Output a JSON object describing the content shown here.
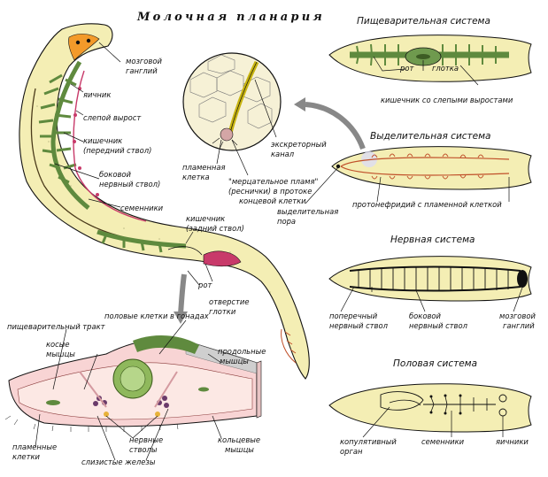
{
  "title": "Молочная  планария",
  "sections": {
    "digestive": "Пищеварительная система",
    "excretory": "Выделительная система",
    "nervous": "Нервная система",
    "reproductive": "Половая система"
  },
  "labels": {
    "brain_ganglion_1": "мозговой",
    "brain_ganglion_2": "ганглий",
    "ovary": "яичник",
    "blind_outgrowth": "слепой вырост",
    "intestine_front_1": "кишечник",
    "intestine_front_2": "(передний ствол)",
    "lateral_trunk_1": "боковой",
    "lateral_trunk_2": "нервный ствол)",
    "testes": "семенники",
    "intestine_back_1": "кишечник",
    "intestine_back_2": "(задний ствол)",
    "mouth": "рот",
    "throat_opening_1": "отверстие",
    "throat_opening_2": "глотки",
    "flame_cell_1": "пламенная",
    "flame_cell_2": "клетка",
    "flicker_1": "\"мерцательное пламя\"",
    "flicker_2": "(реснички) в протоке",
    "flicker_3": "концевой клетки",
    "excretory_canal_1": "экскреторный",
    "excretory_canal_2": "канал",
    "excretory_pore_1": "выделительная",
    "excretory_pore_2": "пора",
    "protonephridium": "протонефридий с пламенной клеткой",
    "dig_mouth": "рот",
    "dig_pharynx": "глотка",
    "dig_intestine": "кишечник со слепыми выростами",
    "cross_trunk_1": "поперечный",
    "cross_trunk_2": "нервный ствол",
    "side_trunk_1": "боковой",
    "side_trunk_2": "нервный ствол",
    "brain_gang_1": "мозговой",
    "brain_gang_2": "ганглий",
    "gonads": "половые клетки в гонадах",
    "dig_tract": "пищеварительный тракт",
    "oblique_1": "косые",
    "oblique_2": "мышцы",
    "longitudinal_1": "продольные",
    "longitudinal_2": "мышцы",
    "flame_cells_1": "пламенные",
    "flame_cells_2": "клетки",
    "nerve_trunks_1": "нервные",
    "nerve_trunks_2": "стволы",
    "mucous_glands": "слизистые  железы",
    "ring_muscles_1": "кольцевые",
    "ring_muscles_2": "мышцы",
    "copulatory_1": "копулятивный",
    "copulatory_2": "орган",
    "rep_testes": "семенники",
    "rep_ovaries": "яичники"
  },
  "colors": {
    "body": "#f4eeb4",
    "intestine": "#5f8a3e",
    "reproductive": "#c83a6a",
    "outline": "#111111"
  }
}
